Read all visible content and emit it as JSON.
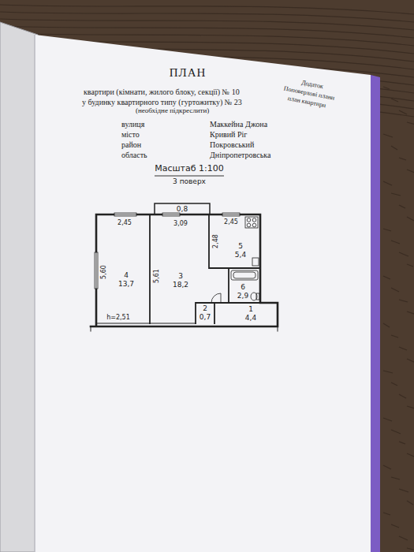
{
  "diagram": {
    "title": "ПЛАН",
    "nodes": [
      {
        "text": [
          "0,8"
        ]
      },
      {
        "text": [
          "4",
          "13,7"
        ]
      },
      {
        "text": [
          "3",
          "18,2"
        ]
      },
      {
        "text": [
          "5",
          "5,4"
        ]
      },
      {
        "text": [
          "6",
          "2,9"
        ]
      },
      {
        "text": [
          "2",
          "0,7"
        ]
      },
      {
        "text": [
          "1",
          "4,4"
        ]
      }
    ],
    "labels": [
      "Додаток",
      "Поповерхові плани",
      "план квартири",
      "квартири (кімнати, жилого блоку, секції) № 10",
      "у будинку квартирного типу (гуртожитку) № 23",
      "(необхідне підкреслити)",
      "вулиця",
      "Маккейна Джона",
      "місто",
      "Кривий Ріг",
      "район",
      "Покровський",
      "область",
      "Дніпропетровська",
      "Масштаб 1:100",
      "3 поверх",
      "2,45",
      "3,09",
      "2,45",
      "5,60",
      "5,61",
      "2,48",
      "h=2,51"
    ]
  }
}
